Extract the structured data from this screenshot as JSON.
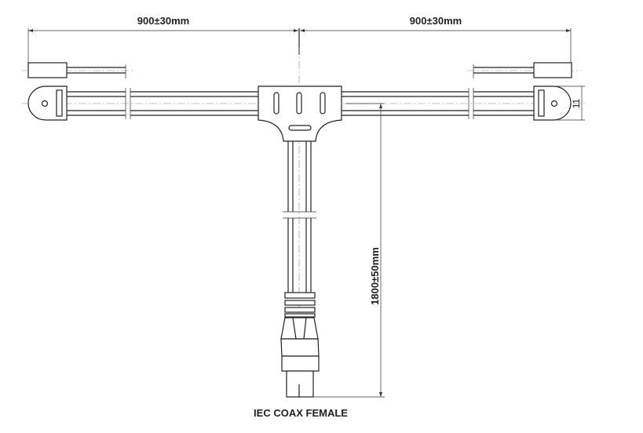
{
  "dimensions": {
    "left_arm": "900±30mm",
    "right_arm": "900±30mm",
    "stem": "1800±50mm",
    "end_width": "11"
  },
  "connector_label": "IEC COAX FEMALE"
}
